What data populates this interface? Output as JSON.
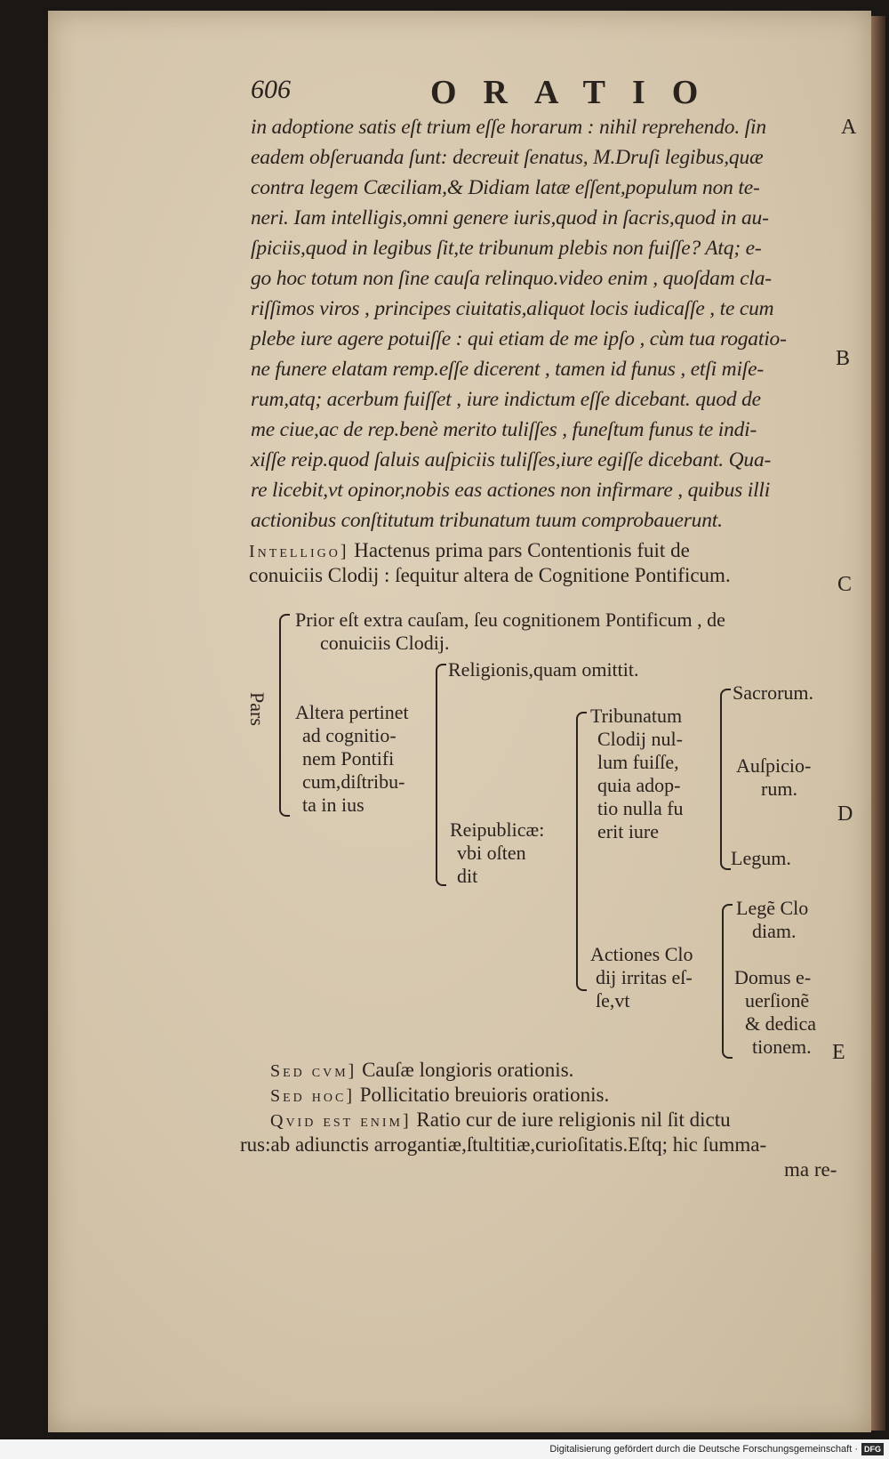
{
  "header": {
    "folio": "606",
    "running_title": "ORATIO"
  },
  "body_lines": [
    "in adoptione satis eſt trium eſſe horarum : nihil reprehendo. ſin",
    "eadem obſeruanda ſunt: decreuit ſenatus, M.Druſi legibus,quæ",
    "contra legem Cæciliam,& Didiam latæ eſſent,populum non te-",
    "neri. Iam intelligis,omni genere iuris,quod in ſacris,quod in au-",
    "ſpiciis,quod in legibus ſit,te tribunum plebis non fuiſſe? Atq; e-",
    "go hoc totum non ſine cauſa relinquo.video enim , quoſdam cla-",
    "riſſimos viros , principes ciuitatis,aliquot locis iudicaſſe , te cum",
    "plebe iure agere potuiſſe : qui etiam de me ipſo , cùm tua rogatio-",
    "ne funere elatam remp.eſſe dicerent , tamen id funus , etſi miſe-",
    "rum,atq; acerbum fuiſſet , iure indictum eſſe dicebant. quod de",
    "me ciue,ac de rep.benè merito tuliſſes , funeſtum funus te indi-",
    "xiſſe reip.quod ſaluis auſpiciis tuliſſes,iure egiſſe dicebant. Qua-",
    "re licebit,vt opinor,nobis eas actiones non infirmare , quibus illi",
    "actionibus conſtitutum tribunatum tuum comprobauerunt."
  ],
  "margin_letters": {
    "a": "A",
    "b": "B",
    "c": "C",
    "d": "D",
    "e": "E"
  },
  "commentary_intro": {
    "lemma": "Intelligo]",
    "line1": "Hactenus prima pars Contentionis fuit de",
    "line2": "conuiciis Clodij : ſequitur altera de Cognitione Pontificum."
  },
  "tree": {
    "root": "Pars",
    "prior_line1": "Prior eſt extra cauſam, ſeu cognitionem Pontificum , de",
    "prior_line2": "conuiciis Clodij.",
    "altera": [
      "Altera pertinet",
      "ad cognitio-",
      "nem Pontifi",
      "cum,diſtribu-",
      "ta in ius"
    ],
    "religionis": "Religionis,quam omittit.",
    "reipublicae": [
      "Reipublicæ:",
      "vbi oſten",
      "dit"
    ],
    "tribunatum": [
      "Tribunatum",
      "Clodij nul-",
      "lum fuiſſe,",
      "quia adop-",
      "tio nulla fu",
      "erit iure"
    ],
    "sacrorum": "Sacrorum.",
    "auspiciorum": [
      "Auſpicio-",
      "rum."
    ],
    "legum": "Legum.",
    "actiones": [
      "Actiones Clo",
      "dij irritas eſ-",
      "ſe,vt"
    ],
    "legem": [
      "Legẽ Clo",
      "diam."
    ],
    "domus": [
      "Domus e-",
      "uerſionẽ",
      "& dedica",
      "tionem."
    ]
  },
  "notes": [
    {
      "lemma": "Sed cvm]",
      "text": "Cauſæ longioris orationis."
    },
    {
      "lemma": "Sed hoc]",
      "text": "Pollicitatio breuioris orationis."
    },
    {
      "lemma": "Qvid est enim]",
      "text": "Ratio cur de iure religionis nil ſit dictu"
    }
  ],
  "notes_cont": {
    "line1": "rus:ab adiunctis arrogantiæ,ſtultitiæ,curioſitatis.Eſtq; hic ſumma-",
    "line2": "ma re-"
  },
  "footer": {
    "text": "Digitalisierung gefördert durch die Deutsche Forschungsgemeinschaft ·",
    "badge": "DFG"
  }
}
